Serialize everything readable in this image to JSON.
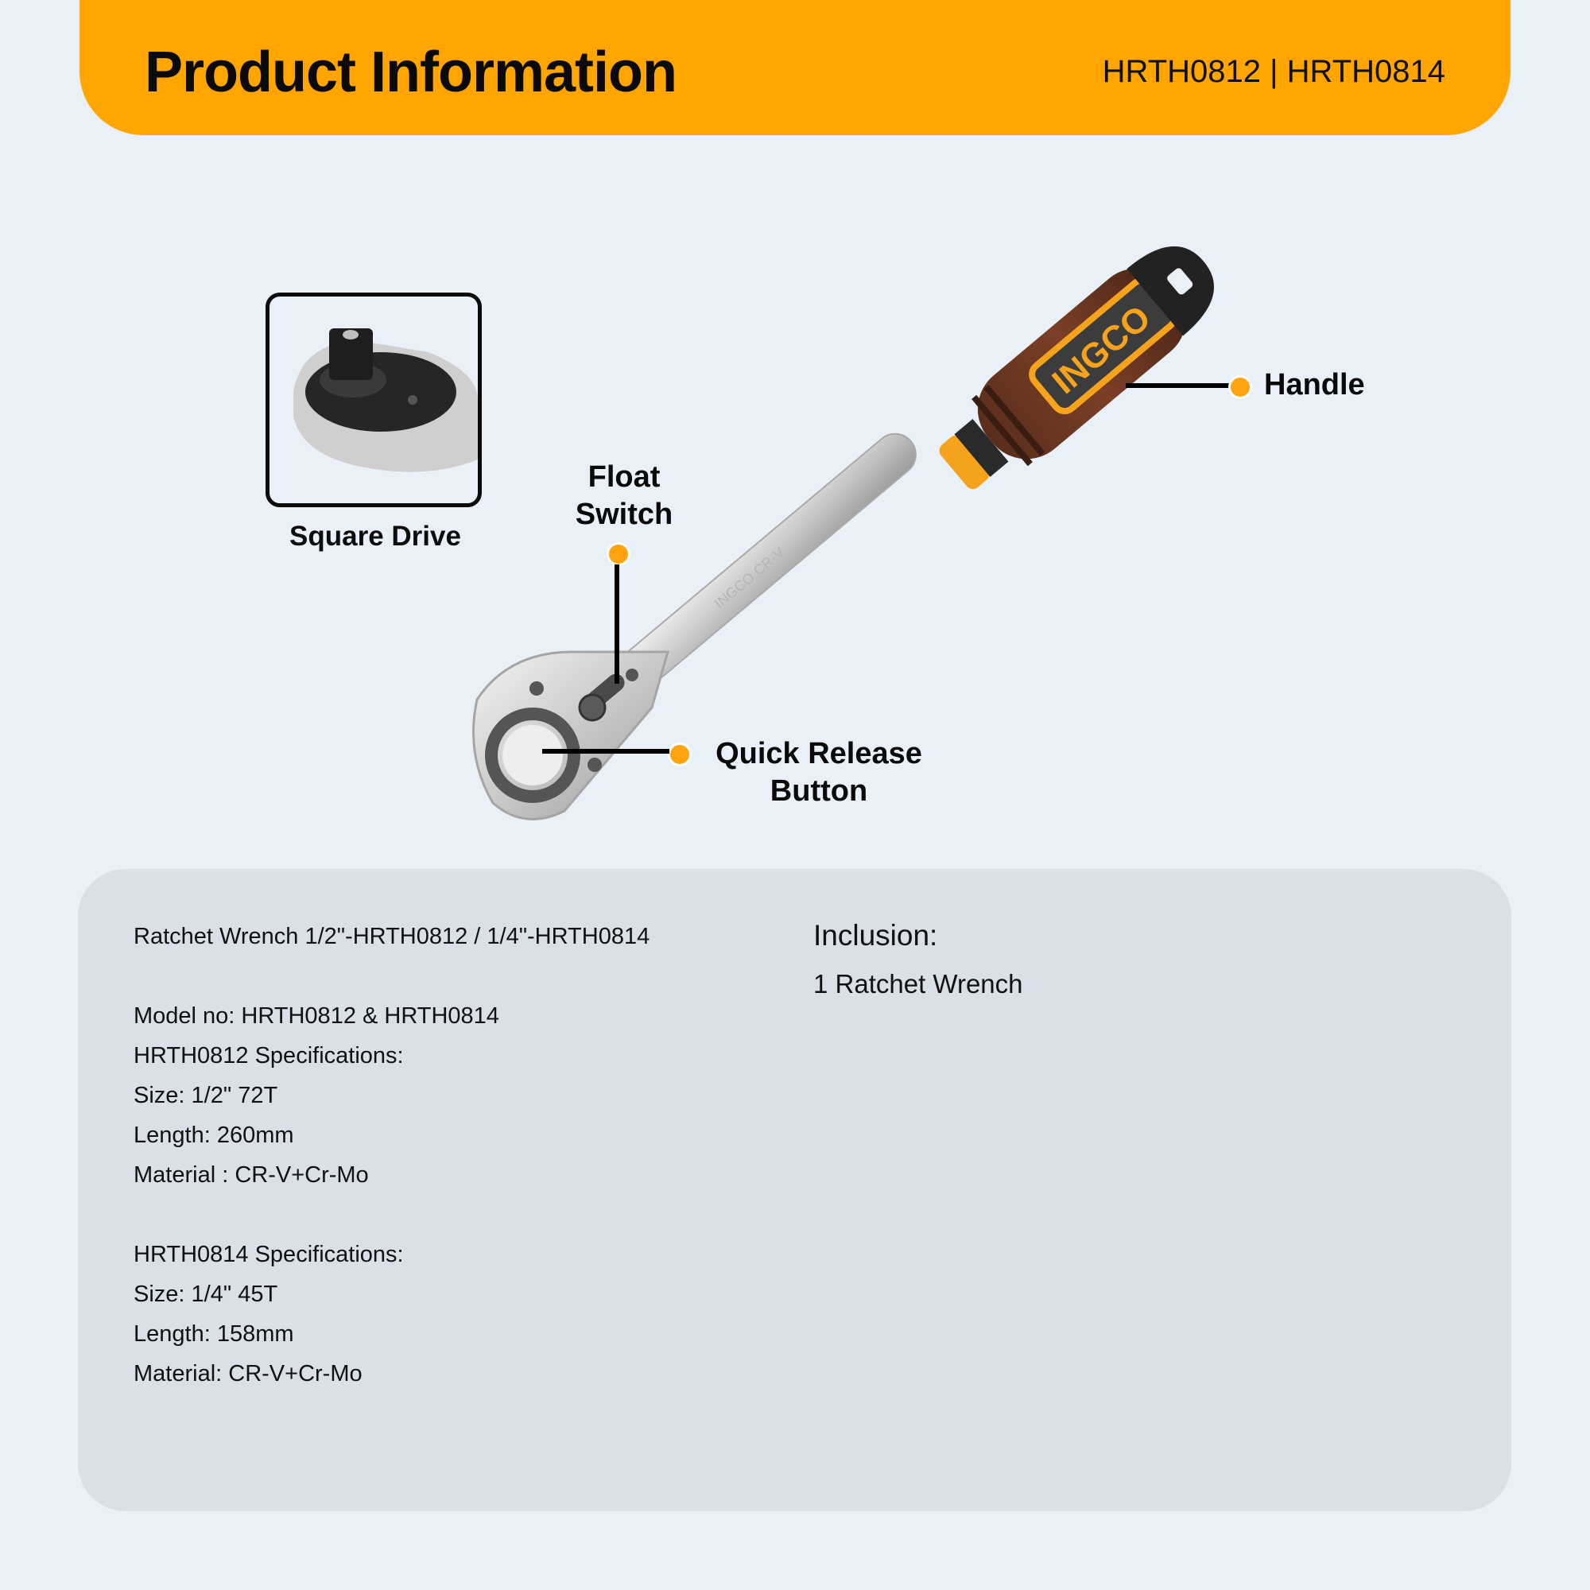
{
  "header": {
    "title": "Product Information",
    "models": "HRTH0812 | HRTH0814",
    "accent_color": "#ffa500"
  },
  "diagram": {
    "product_image": "ratchet-wrench-illustration",
    "brand_logo_text": "INGCO",
    "inset": {
      "image": "square-drive-closeup",
      "label": "Square Drive"
    },
    "callouts": [
      {
        "label_line1": "Float",
        "label_line2": "Switch"
      },
      {
        "label_line1": "Quick Release",
        "label_line2": "Button"
      },
      {
        "label_line1": "Handle"
      }
    ],
    "dot_color": "#ffa30f"
  },
  "specs": {
    "title_line": "Ratchet Wrench 1/2\"-HRTH0812 / 1/4\"-HRTH0814",
    "model_line": "Model no: HRTH0812 & HRTH0814",
    "hrth0812": {
      "heading": "HRTH0812 Specifications:",
      "size": "Size: 1/2\" 72T",
      "length": "Length: 260mm",
      "material": "Material : CR-V+Cr-Mo"
    },
    "hrth0814": {
      "heading": "HRTH0814 Specifications:",
      "size": "Size: 1/4\" 45T",
      "length": "Length: 158mm",
      "material": "Material: CR-V+Cr-Mo"
    }
  },
  "inclusion": {
    "title": "Inclusion:",
    "items": [
      "1 Ratchet Wrench"
    ]
  }
}
